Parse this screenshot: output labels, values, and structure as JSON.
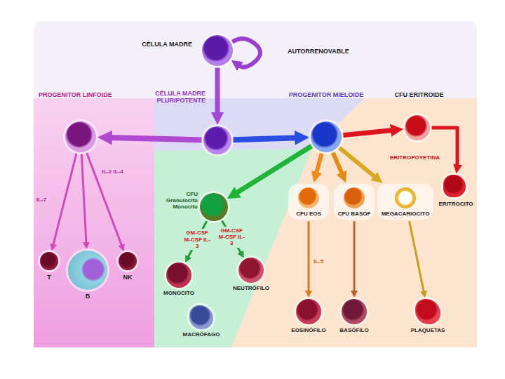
{
  "diagram": {
    "nodes": [
      {
        "text": [
          "CÉLULA MADRE"
        ]
      },
      {
        "text": [
          "CÉLULA MADRE PLURIPOTENTE"
        ]
      },
      {
        "text": [
          "PROGENITOR LINFOIDE"
        ]
      },
      {
        "text": [
          "PROGENITOR MIELOIDE"
        ]
      },
      {
        "text": [
          "CFU ERITROIDE"
        ]
      },
      {
        "text": [
          "T"
        ]
      },
      {
        "text": [
          "B"
        ]
      },
      {
        "text": [
          "NK"
        ]
      },
      {
        "text": [
          "CFU Granulocito Monocito"
        ]
      },
      {
        "text": [
          "MONOCITO"
        ]
      },
      {
        "text": [
          "NEUTRÓFILO"
        ]
      },
      {
        "text": [
          "MACRÓFAGO"
        ]
      },
      {
        "text": [
          "CFU EOS"
        ]
      },
      {
        "text": [
          "CFU BASÓF"
        ]
      },
      {
        "text": [
          "MEGACARIOCITO"
        ]
      },
      {
        "text": [
          "ERITROCITO"
        ]
      },
      {
        "text": [
          "EOSINÓFILO"
        ]
      },
      {
        "text": [
          "BASÓFILO"
        ]
      },
      {
        "text": [
          "PLAQUETAS"
        ]
      }
    ],
    "edges": [
      {
        "from": 0,
        "to": 0,
        "arrow": "to"
      },
      {
        "from": 0,
        "to": 1,
        "arrow": "to"
      },
      {
        "from": 1,
        "to": 2,
        "arrow": "to"
      },
      {
        "from": 1,
        "to": 3,
        "arrow": "to"
      },
      {
        "from": 3,
        "to": 4,
        "arrow": "to"
      },
      {
        "from": 4,
        "to": 15,
        "arrow": "to"
      },
      {
        "from": 2,
        "to": 5,
        "arrow": "to"
      },
      {
        "from": 2,
        "to": 6,
        "arrow": "to"
      },
      {
        "from": 2,
        "to": 7,
        "arrow": "to"
      },
      {
        "from": 3,
        "to": 8,
        "arrow": "to"
      },
      {
        "from": 3,
        "to": 12,
        "arrow": "to"
      },
      {
        "from": 3,
        "to": 13,
        "arrow": "to"
      },
      {
        "from": 3,
        "to": 14,
        "arrow": "to"
      },
      {
        "from": 8,
        "to": 9,
        "label": "GM-CSF M-CSF IL-3",
        "arrow": "to"
      },
      {
        "from": 8,
        "to": 10,
        "label": "GM-CSF M-CSF IL-3",
        "arrow": "to"
      },
      {
        "from": 12,
        "to": 16,
        "arrow": "to"
      },
      {
        "from": 13,
        "to": 17,
        "arrow": "to"
      },
      {
        "from": 14,
        "to": 18,
        "arrow": "to"
      }
    ],
    "labels": [
      "AUTORRENOVABLE",
      "IL-7",
      "IL-2 IL-4",
      "ERITROPOYETINA",
      "IL-5"
    ]
  }
}
